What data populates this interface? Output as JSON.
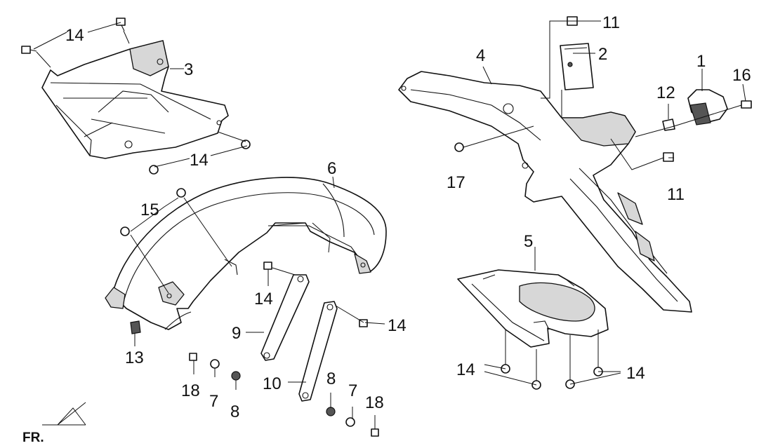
{
  "diagram": {
    "orientation_label": "FR.",
    "callouts": {
      "c1": "1",
      "c2": "2",
      "c3": "3",
      "c4": "4",
      "c5": "5",
      "c6": "6",
      "c7a": "7",
      "c7b": "7",
      "c8a": "8",
      "c8b": "8",
      "c9": "9",
      "c10": "10",
      "c11a": "11",
      "c11b": "11",
      "c12": "12",
      "c13": "13",
      "c14a": "14",
      "c14b": "14",
      "c14c": "14",
      "c14d": "14",
      "c14e": "14",
      "c14f": "14",
      "c15": "15",
      "c16": "16",
      "c17": "17",
      "c18a": "18",
      "c18b": "18"
    }
  }
}
